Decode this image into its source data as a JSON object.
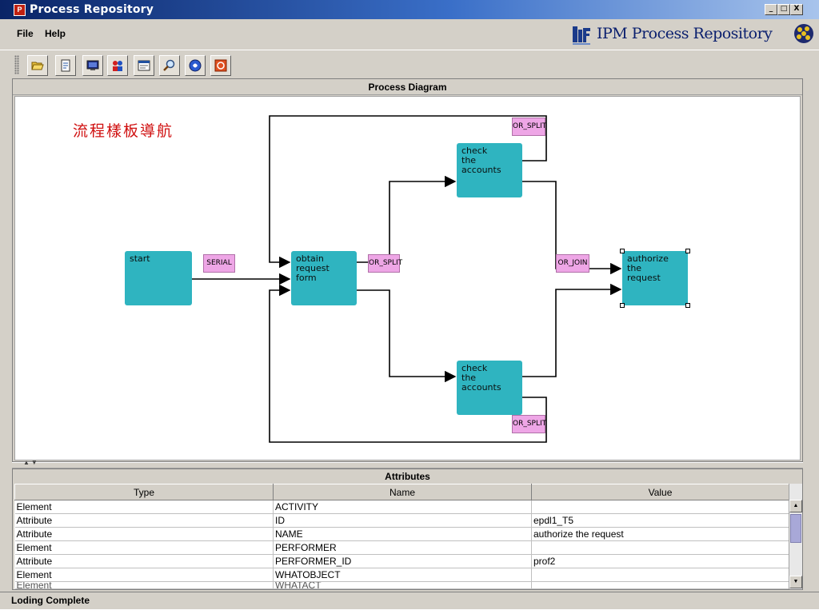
{
  "window": {
    "title": "Process Repository",
    "app_icon_glyph": "P",
    "minimize_glyph": "_",
    "maximize_glyph": "□",
    "close_glyph": "X"
  },
  "menu": {
    "items": [
      "File",
      "Help"
    ]
  },
  "brand": {
    "text": "IPM Process Repository",
    "logo_icon": "ipm-logo-icon",
    "globe_icon": "globe-icon"
  },
  "toolbar": {
    "buttons": [
      {
        "icon": "open-folder-icon"
      },
      {
        "icon": "document-icon"
      },
      {
        "icon": "monitor-icon"
      },
      {
        "icon": "users-icon"
      },
      {
        "icon": "window-icon"
      },
      {
        "icon": "search-icon"
      },
      {
        "icon": "info-icon"
      },
      {
        "icon": "exit-icon"
      }
    ]
  },
  "diagram": {
    "header": "Process Diagram",
    "caption": "流程樣板導航",
    "nodes": {
      "start": "start",
      "obtain": "obtain\nrequest\nform",
      "check_top": "check\nthe\naccounts",
      "check_bottom": "check\nthe\naccounts",
      "authorize": "authorize\nthe\nrequest"
    },
    "gateways": {
      "serial": "SERIAL",
      "split_mid": "OR_SPLIT",
      "split_top": "OR_SPLIT",
      "split_bottom": "OR_SPLIT",
      "join": "OR_JOIN"
    },
    "colors": {
      "activity": "#2fb4c0",
      "gateway": "#eea6e6",
      "caption": "#d01010"
    }
  },
  "attributes": {
    "header": "Attributes",
    "columns": [
      "Type",
      "Name",
      "Value"
    ],
    "rows": [
      [
        "Element",
        "ACTIVITY",
        ""
      ],
      [
        "Attribute",
        "ID",
        "epdl1_T5"
      ],
      [
        "Attribute",
        "NAME",
        "authorize the request"
      ],
      [
        "Element",
        "PERFORMER",
        ""
      ],
      [
        "Attribute",
        "PERFORMER_ID",
        "prof2"
      ],
      [
        "Element",
        "WHATOBJECT",
        ""
      ],
      [
        "Element",
        "WHATACT",
        ""
      ]
    ]
  },
  "status": {
    "text": "Loding Complete"
  }
}
